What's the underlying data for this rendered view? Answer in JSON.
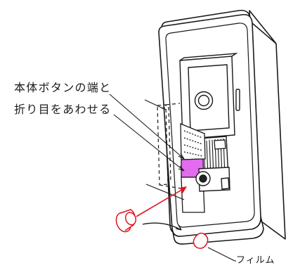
{
  "labels": {
    "instruction_line1": "本体ボタンの端と",
    "instruction_line2": "折り目をあわせる",
    "film": "フィルム"
  },
  "colors": {
    "line": "#1a1a1a",
    "highlight": "#e36bf0",
    "arrow": "#e0141e",
    "body_fill": "#ffffff",
    "dark_fill": "#222222"
  }
}
